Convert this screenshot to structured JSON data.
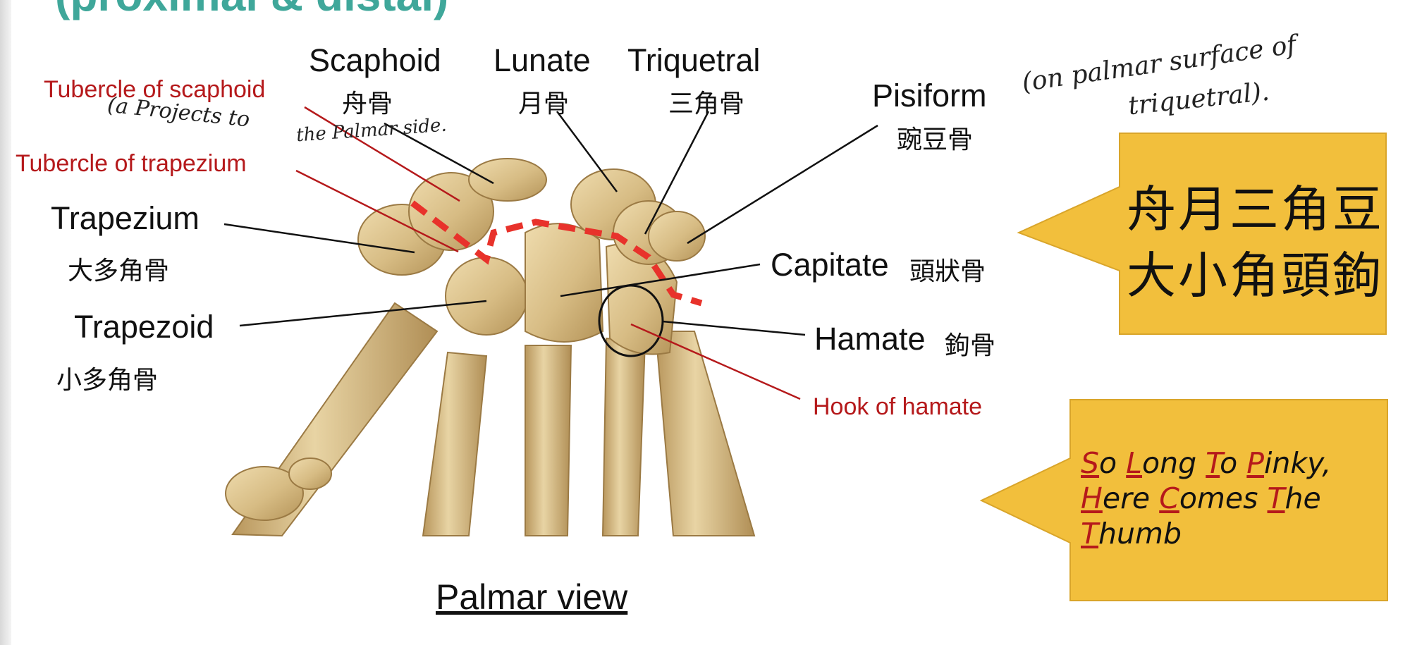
{
  "slide": {
    "title": "(proximal & distal)",
    "caption": "Palmar view"
  },
  "labels": {
    "scaphoid_en": "Scaphoid",
    "scaphoid_zh": "舟骨",
    "lunate_en": "Lunate",
    "lunate_zh": "月骨",
    "triquetral_en": "Triquetral",
    "triquetral_zh": "三角骨",
    "pisiform_en": "Pisiform",
    "pisiform_zh": "豌豆骨",
    "trapezium_en": "Trapezium",
    "trapezium_zh": "大多角骨",
    "trapezoid_en": "Trapezoid",
    "trapezoid_zh": "小多角骨",
    "capitate_en": "Capitate",
    "capitate_zh": "頭狀骨",
    "hamate_en": "Hamate",
    "hamate_zh": "鉤骨",
    "tubercle_scaphoid": "Tubercle of scaphoid",
    "tubercle_trapezium": "Tubercle of trapezium",
    "hook_hamate": "Hook of hamate"
  },
  "handwritten": {
    "pisiform_note_1": "(on palmar surface of",
    "pisiform_note_2": "triquetral).",
    "scaphoid_note_1": "(a Projects to",
    "scaphoid_note_2": "the Palmar side."
  },
  "mnemonics": {
    "chinese_line1": "舟月三角豆",
    "chinese_line2": "大小角頭鉤",
    "english": [
      [
        {
          "c": "S",
          "r": "o"
        },
        {
          "c": "L",
          "r": "ong"
        },
        {
          "c": "T",
          "r": "o"
        },
        {
          "c": "P",
          "r": "inky,"
        }
      ],
      [
        {
          "c": "H",
          "r": "ere"
        },
        {
          "c": "C",
          "r": "omes"
        },
        {
          "c": "T",
          "r": "he"
        }
      ],
      [
        {
          "c": "T",
          "r": "humb"
        }
      ]
    ]
  },
  "colors": {
    "title": "#3fa79a",
    "callout_fill": "#f2bf3c",
    "red_label": "#b5191b",
    "dashed_line": "#e8322b",
    "bone": "#d9c08a"
  }
}
